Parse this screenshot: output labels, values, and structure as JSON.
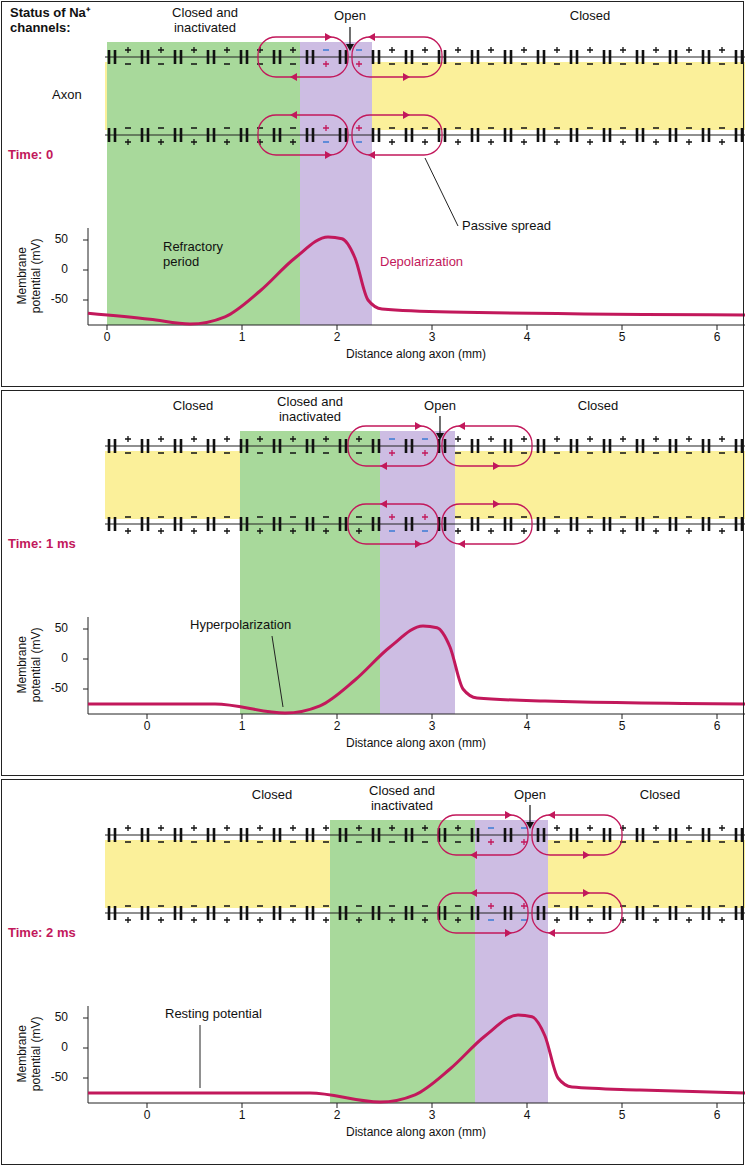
{
  "diagram": {
    "nodes": [
      {
        "text": [
          "Time: 0"
        ]
      },
      {
        "text": [
          "Time: 1 ms"
        ]
      },
      {
        "text": [
          "Time: 2 ms"
        ]
      }
    ],
    "labels": [
      "Status of Na⁺ channels:",
      "Closed and inactivated",
      "Open",
      "Closed",
      "Axon",
      "Passive spread",
      "Refractory period",
      "Depolarization",
      "50",
      "0",
      "-50",
      "Membrane potential (mV)",
      "0",
      "1",
      "2",
      "3",
      "4",
      "5",
      "6",
      "Distance along axon (mm)",
      "Closed",
      "Closed and inactivated",
      "Open",
      "Closed",
      "Hyperpolarization",
      "50",
      "0",
      "-50",
      "Membrane potential (mV)",
      "0",
      "1",
      "2",
      "3",
      "4",
      "5",
      "6",
      "Distance along axon (mm)",
      "Closed",
      "Closed and inactivated",
      "Open",
      "Closed",
      "Resting potential",
      "50",
      "0",
      "-50",
      "Membrane potential (mV)",
      "0",
      "1",
      "2",
      "3",
      "4",
      "5",
      "6",
      "Distance along axon (mm)"
    ]
  }
}
